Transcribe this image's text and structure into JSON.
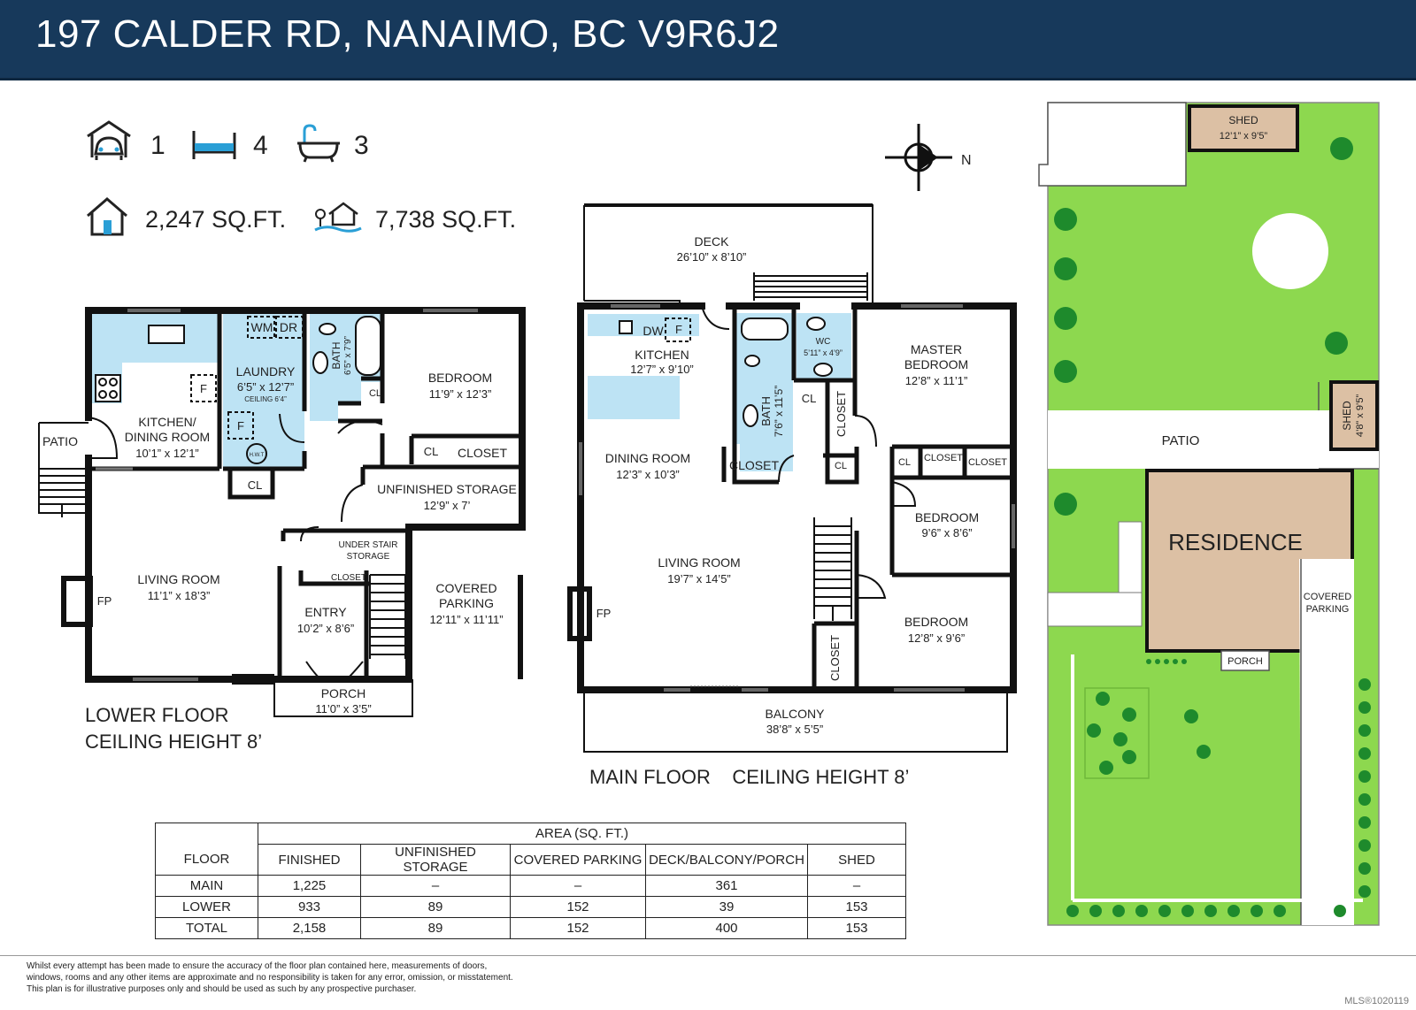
{
  "header": {
    "title": "197 CALDER RD, NANAIMO, BC  V9R6J2"
  },
  "stats": {
    "garage": "1",
    "bedrooms": "4",
    "baths": "3",
    "interior_sqft": "2,247 SQ.FT.",
    "lot_sqft": "7,738 SQ.FT."
  },
  "compass": {
    "label": "N"
  },
  "lower_floor": {
    "caption_1": "LOWER FLOOR",
    "caption_2": "CEILING HEIGHT 8’",
    "patio": "PATIO",
    "kitchen_1": "KITCHEN/",
    "kitchen_2": "DINING ROOM",
    "kitchen_dim": "10’1” x 12’1”",
    "laundry": "LAUNDRY",
    "laundry_dim": "6’5” x 12’7”",
    "laundry_ceiling": "CEILING 6’4”",
    "wm": "WM",
    "dr": "DR",
    "f": "F",
    "hwt": "H.W.T",
    "bath": "BATH",
    "bath_dim": "6’5” x 7’9”",
    "bedroom": "BEDROOM",
    "bedroom_dim": "11’9” x 12’3”",
    "cl": "CL",
    "closet": "CLOSET",
    "unfinished": "UNFINISHED STORAGE",
    "unfinished_dim": "12’9” x 7’",
    "under_stair_1": "UNDER STAIR",
    "under_stair_2": "STORAGE",
    "living": "LIVING ROOM",
    "living_dim": "11’1” x 18’3”",
    "fp": "FP",
    "entry": "ENTRY",
    "entry_dim": "10’2” x 8’6”",
    "covered_1": "COVERED",
    "covered_2": "PARKING",
    "covered_dim": "12’11” x 11’11”",
    "porch": "PORCH",
    "porch_dim": "11’0” x 3’5”"
  },
  "main_floor": {
    "caption": "MAIN FLOOR    CEILING HEIGHT 8’",
    "deck": "DECK",
    "deck_dim": "26’10” x 8’10”",
    "kitchen": "KITCHEN",
    "kitchen_dim": "12’7” x 9’10”",
    "dw": "DW",
    "f": "F",
    "bath": "BATH",
    "bath_dim": "7’6” x 11’5”",
    "wc": "WC",
    "wc_dim": "5’11” x 4’9”",
    "master_1": "MASTER",
    "master_2": "BEDROOM",
    "master_dim": "12’8” x 11’1”",
    "dining": "DINING ROOM",
    "dining_dim": "12’3” x 10’3”",
    "cl": "CL",
    "closet": "CLOSET",
    "bedroom": "BEDROOM",
    "bedroom2_dim": "9’6” x 8’6”",
    "bedroom3_dim": "12’8” x 9’6”",
    "living": "LIVING ROOM",
    "living_dim": "19’7” x 14’5”",
    "fp": "FP",
    "balcony": "BALCONY",
    "balcony_dim": "38’8” x 5’5”"
  },
  "site": {
    "shed": "SHED",
    "shed1_dim": "12’1” x 9’5”",
    "shed2_dim": "4’8” x 9’5”",
    "patio": "PATIO",
    "residence": "RESIDENCE",
    "covered_1": "COVERED",
    "covered_2": "PARKING",
    "porch": "PORCH"
  },
  "area_table": {
    "title": "AREA (SQ. FT.)",
    "headers": [
      "FLOOR",
      "FINISHED",
      "UNFINISHED STORAGE",
      "COVERED PARKING",
      "DECK/BALCONY/PORCH",
      "SHED"
    ],
    "rows": [
      [
        "MAIN",
        "1,225",
        "–",
        "–",
        "361",
        "–"
      ],
      [
        "LOWER",
        "933",
        "89",
        "152",
        "39",
        "153"
      ],
      [
        "TOTAL",
        "2,158",
        "89",
        "152",
        "400",
        "153"
      ]
    ]
  },
  "disclaimer": {
    "line1": "Whilst every attempt has been made to ensure the accuracy of the floor plan contained here, measurements of doors,",
    "line2": "windows, rooms and any other items are approximate and no responsibility is taken for any error, omission, or misstatement.",
    "line3": "This plan is for illustrative purposes only and should be used as such by any prospective purchaser."
  },
  "mls": "MLS®1020119",
  "colors": {
    "header": "#17395b",
    "wet_area": "#bde3f4",
    "lawn": "#8dd84f",
    "residence": "#dcc0a4",
    "tree": "#1e8a2c"
  }
}
